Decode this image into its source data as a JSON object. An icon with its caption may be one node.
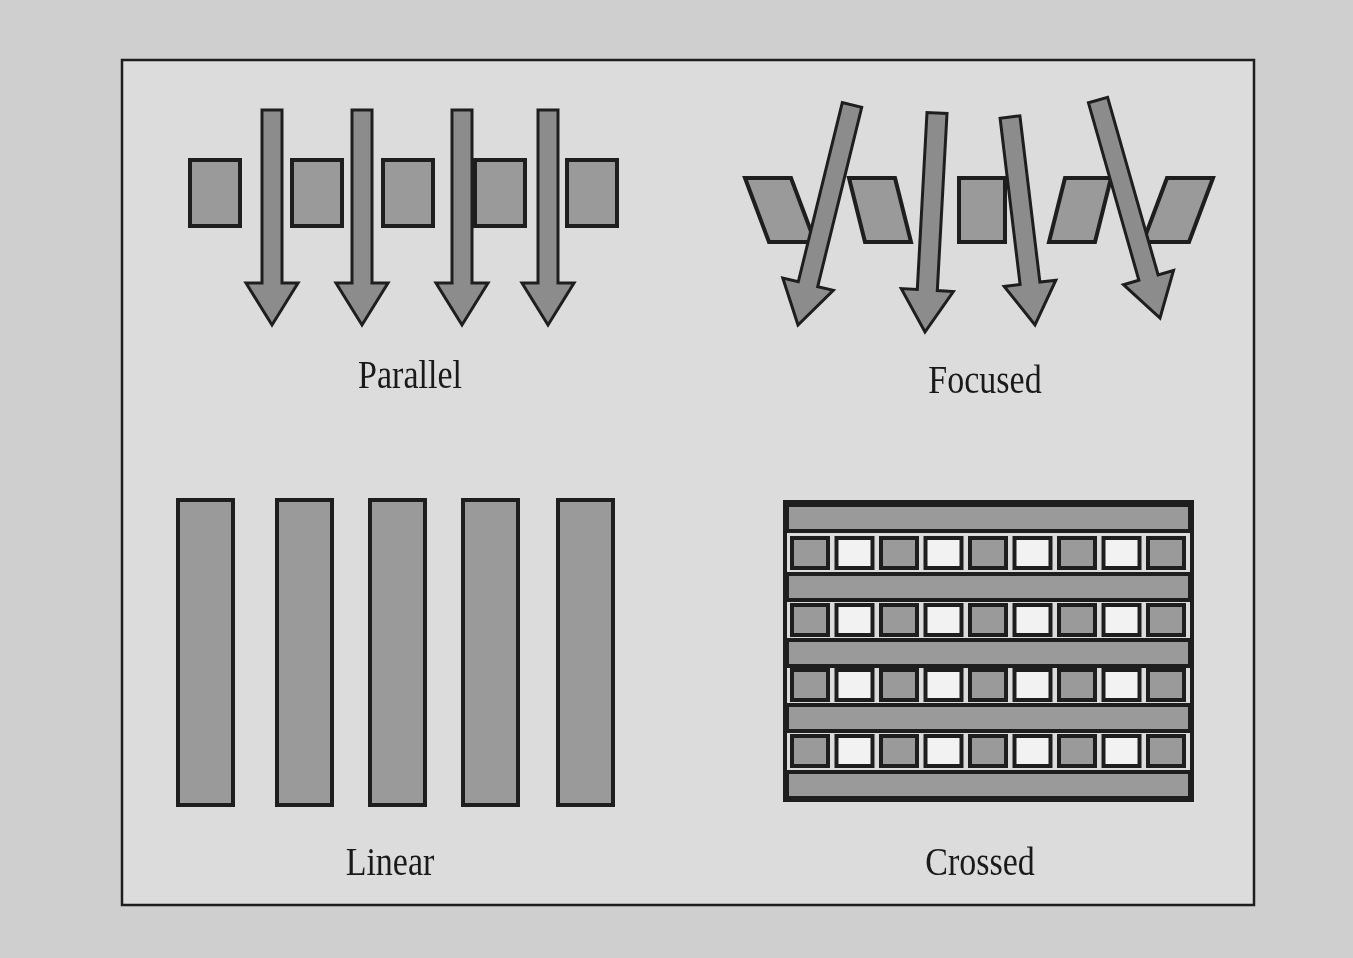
{
  "diagram": {
    "labels": [
      "Parallel",
      "Focused",
      "Linear",
      "Crossed"
    ]
  }
}
